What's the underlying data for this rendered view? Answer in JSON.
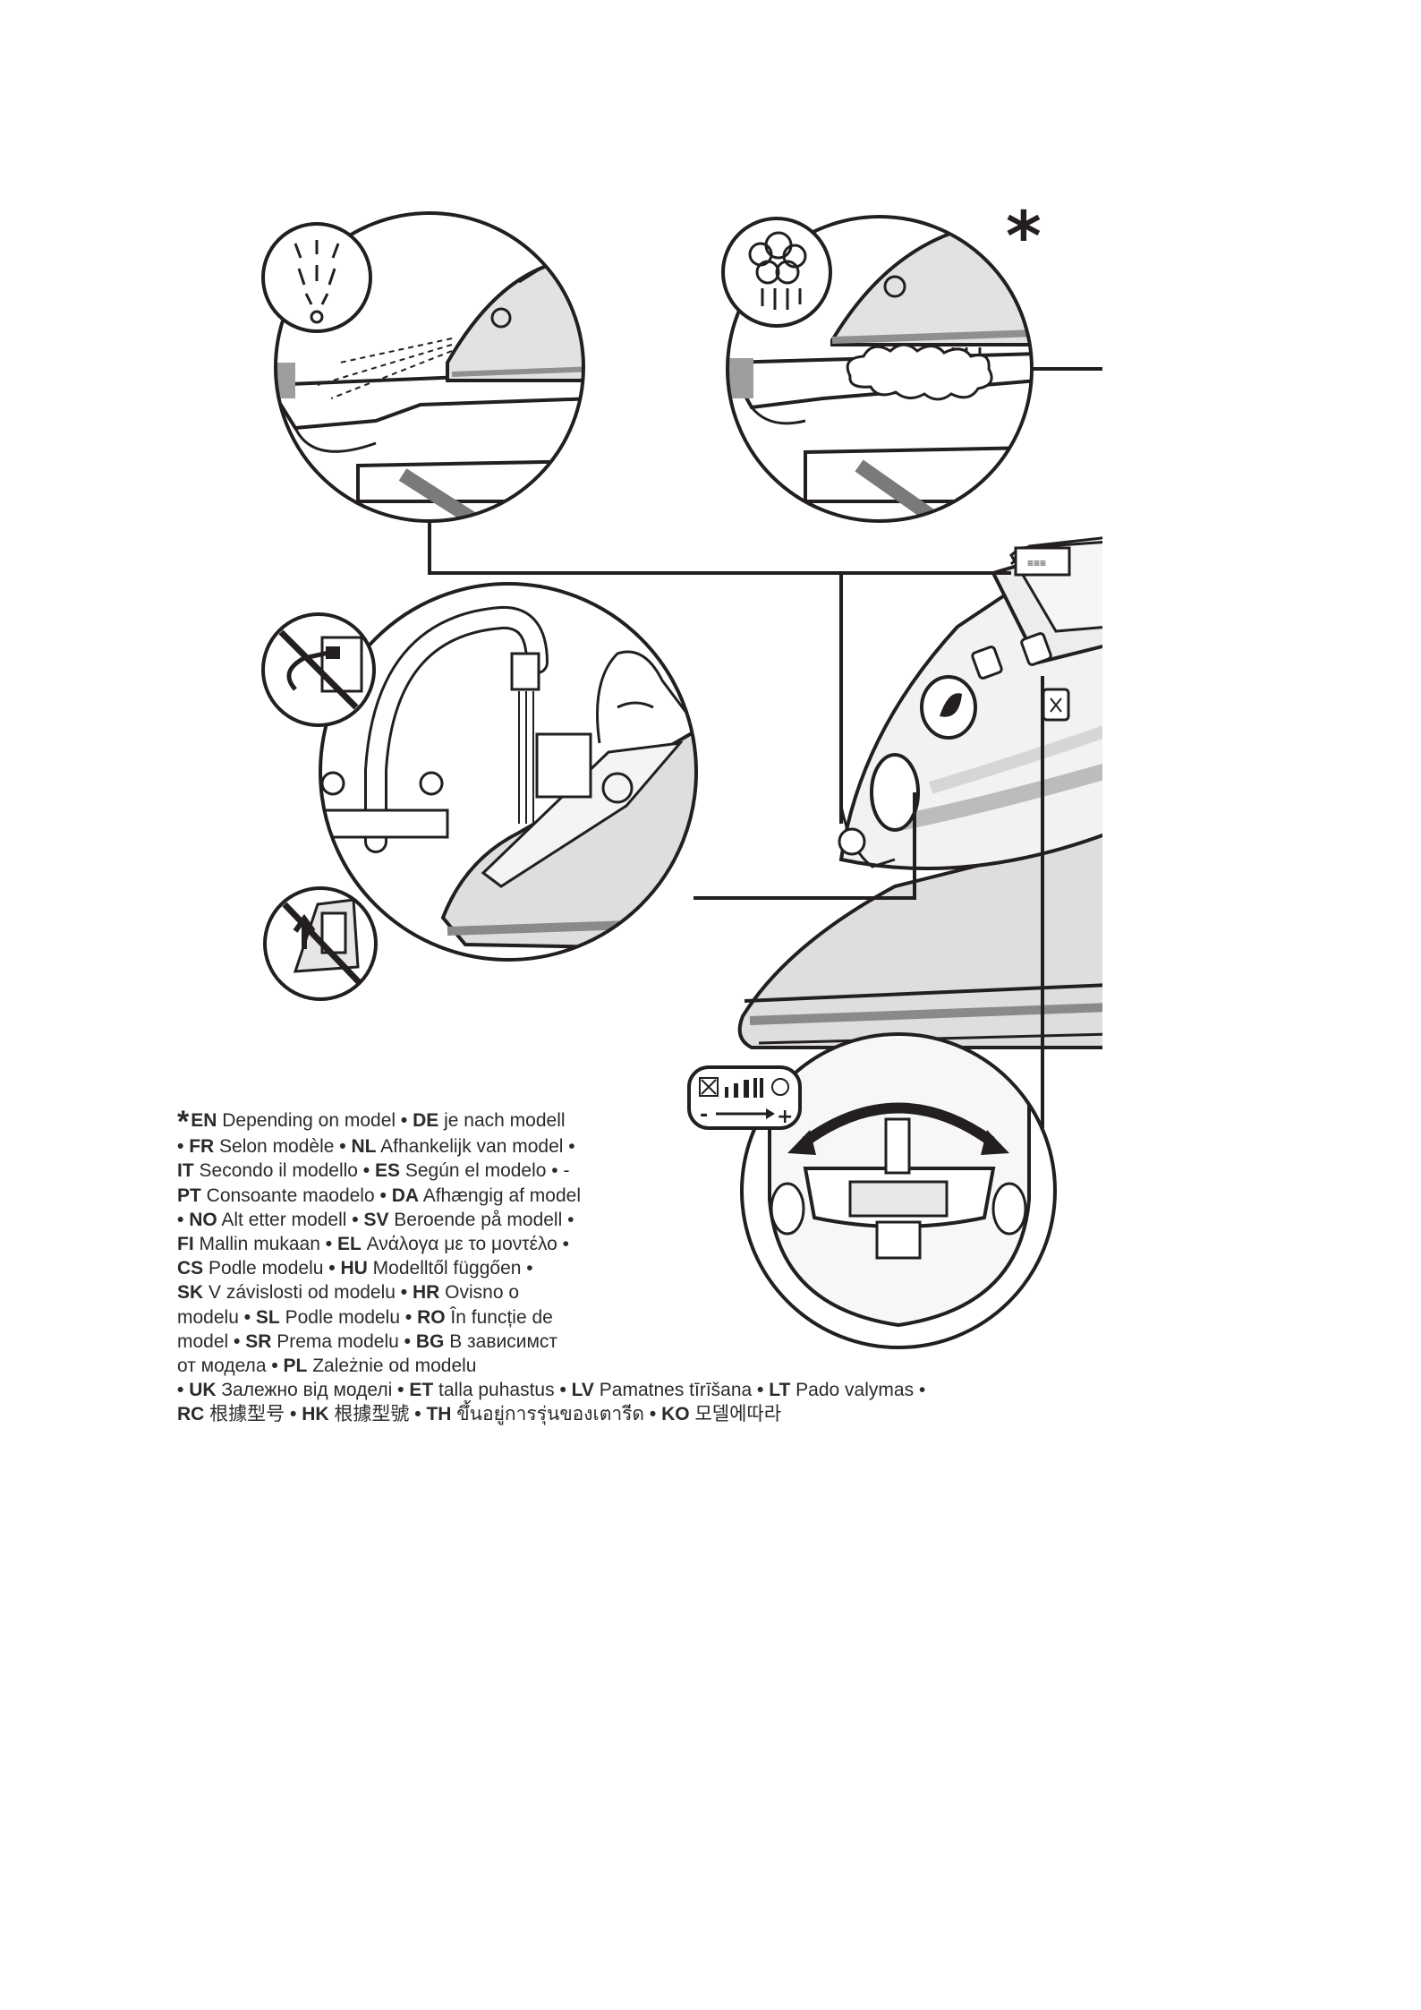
{
  "footnote_marker": "*",
  "legend": {
    "lines": [
      [
        [
          "",
          "EN",
          " Depending on model"
        ],
        [
          " • ",
          "DE",
          " je nach modell"
        ]
      ],
      [
        [
          "• ",
          "FR",
          " Selon modèle"
        ],
        [
          " • ",
          "NL",
          " Afhankelijk van model •"
        ]
      ],
      [
        [
          "",
          "IT",
          " Secondo il modello"
        ],
        [
          " • ",
          "ES",
          " Según el modelo • -"
        ]
      ],
      [
        [
          "",
          "PT",
          " Consoante maodelo"
        ],
        [
          " • ",
          "DA",
          " Afhængig af model"
        ]
      ],
      [
        [
          "• ",
          "NO",
          " Alt etter modell"
        ],
        [
          " • ",
          "SV",
          " Beroende på modell •"
        ]
      ],
      [
        [
          "",
          "FI",
          " Mallin mukaan"
        ],
        [
          " • ",
          "EL",
          " Ανάλογα με το μοντέλο •"
        ]
      ],
      [
        [
          "",
          "CS",
          " Podle modelu"
        ],
        [
          " • ",
          "HU",
          " Modelltől függően •"
        ]
      ],
      [
        [
          "",
          "SK",
          " V závislosti od modelu"
        ],
        [
          " • ",
          "HR",
          " Ovisno o"
        ]
      ],
      [
        [
          "",
          "",
          "modelu"
        ],
        [
          " • ",
          "SL",
          " Podle modelu"
        ],
        [
          " • ",
          "RO",
          " În funcție de"
        ]
      ],
      [
        [
          "",
          "",
          "model"
        ],
        [
          " • ",
          "SR",
          " Prema modelu"
        ],
        [
          " • ",
          "BG",
          " В зависимст"
        ]
      ],
      [
        [
          "",
          "",
          "от модела"
        ],
        [
          " • ",
          "PL",
          " Zależnie od modelu"
        ]
      ],
      [
        [
          "• ",
          "UK",
          " Залежно від моделі"
        ],
        [
          " • ",
          "ET",
          " talla puhastus"
        ],
        [
          " • ",
          "LV",
          " Pamatnes tīrīšana"
        ],
        [
          " • ",
          "LT",
          " Pado valymas •"
        ]
      ],
      [
        [
          "",
          "RC",
          " 根據型号"
        ],
        [
          " • ",
          "HK",
          " 根據型號"
        ],
        [
          " • ",
          "TH",
          " ขึ้นอยู่การรุ่นของเตารีด"
        ],
        [
          " • ",
          "KO",
          " 모델에따라"
        ]
      ]
    ]
  },
  "steam_control": {
    "minus_label": "-",
    "plus_label": "+"
  },
  "icons": [
    "spray-icon",
    "steam-burst-icon",
    "unplug-prohibited-icon",
    "lever-prohibited-icon",
    "steam-scale-icon",
    "drop-icon"
  ],
  "colors": {
    "ink": "#231f20",
    "soleplate_gray": "#b9b9b9",
    "body_gray": "#dedede"
  }
}
